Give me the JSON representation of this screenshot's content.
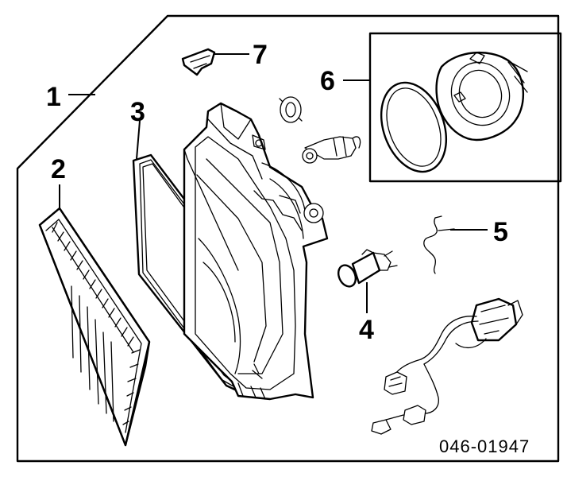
{
  "callouts": {
    "c1": "1",
    "c2": "2",
    "c3": "3",
    "c4": "4",
    "c5": "5",
    "c6": "6",
    "c7": "7"
  },
  "diagram_code": "046-01947"
}
